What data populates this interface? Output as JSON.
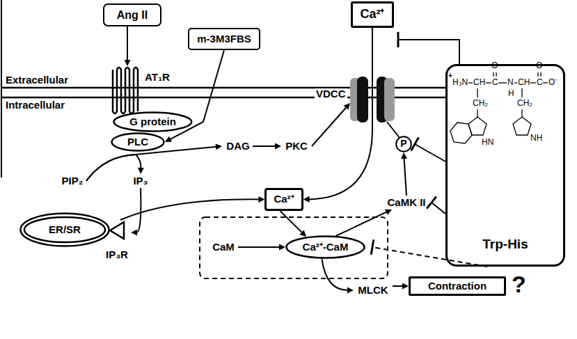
{
  "diagram": {
    "nodes": [
      {
        "text": [
          "Ang II"
        ]
      },
      {
        "text": [
          "AT₁R"
        ]
      },
      {
        "text": [
          "m-3M3FBS"
        ]
      },
      {
        "text": [
          "G protein"
        ]
      },
      {
        "text": [
          "PLC"
        ]
      },
      {
        "text": [
          "DAG"
        ]
      },
      {
        "text": [
          "PKC"
        ]
      },
      {
        "text": [
          "VDCC"
        ]
      },
      {
        "text": [
          "Ca²⁺"
        ]
      },
      {
        "text": [
          "P"
        ]
      },
      {
        "text": [
          "Trp-His"
        ]
      },
      {
        "text": [
          "CaMK II"
        ]
      },
      {
        "text": [
          "Ca²⁺"
        ]
      },
      {
        "text": [
          "CaM"
        ]
      },
      {
        "text": [
          "Ca²⁺-CaM"
        ]
      },
      {
        "text": [
          "MLCK"
        ]
      },
      {
        "text": [
          "Contraction"
        ]
      },
      {
        "text": [
          "ER/SR"
        ]
      },
      {
        "text": [
          "IP₃R"
        ]
      },
      {
        "text": [
          "PIP₂"
        ]
      },
      {
        "text": [
          "IP₃"
        ]
      }
    ],
    "edges": [
      {
        "from": 0,
        "to": 1,
        "arrow": "to"
      },
      {
        "from": 2,
        "to": 4,
        "arrow": "to"
      },
      {
        "from": 19,
        "to": 5,
        "arrow": "to"
      },
      {
        "from": 19,
        "to": 20,
        "arrow": "to"
      },
      {
        "from": 5,
        "to": 6,
        "arrow": "to"
      },
      {
        "from": 6,
        "to": 7,
        "arrow": "to"
      },
      {
        "from": 8,
        "to": 12,
        "arrow": "to"
      },
      {
        "from": 20,
        "to": 18,
        "arrow": "to"
      },
      {
        "from": 18,
        "to": 12,
        "arrow": "to"
      },
      {
        "from": 12,
        "to": 14,
        "arrow": "to"
      },
      {
        "from": 13,
        "to": 14,
        "arrow": "to"
      },
      {
        "from": 14,
        "to": 11,
        "arrow": "to"
      },
      {
        "from": 11,
        "to": 9,
        "arrow": "to"
      },
      {
        "from": 14,
        "to": 15,
        "arrow": "to"
      },
      {
        "from": 15,
        "to": 16,
        "arrow": "to"
      },
      {
        "from": 10,
        "to": 7,
        "arrow": "to"
      },
      {
        "from": 10,
        "to": 9,
        "arrow": "to"
      },
      {
        "from": 10,
        "to": 11,
        "arrow": "to"
      },
      {
        "from": 10,
        "to": 14,
        "arrow": "to"
      }
    ],
    "labels": [
      "Extracellular",
      "Intracellular",
      "?",
      "+",
      "H₃N",
      "CH",
      "C",
      "O",
      "N",
      "H",
      "CH",
      "C",
      "O",
      "O⁻",
      "CH₂",
      "CH₂",
      "HN",
      "NH"
    ]
  }
}
